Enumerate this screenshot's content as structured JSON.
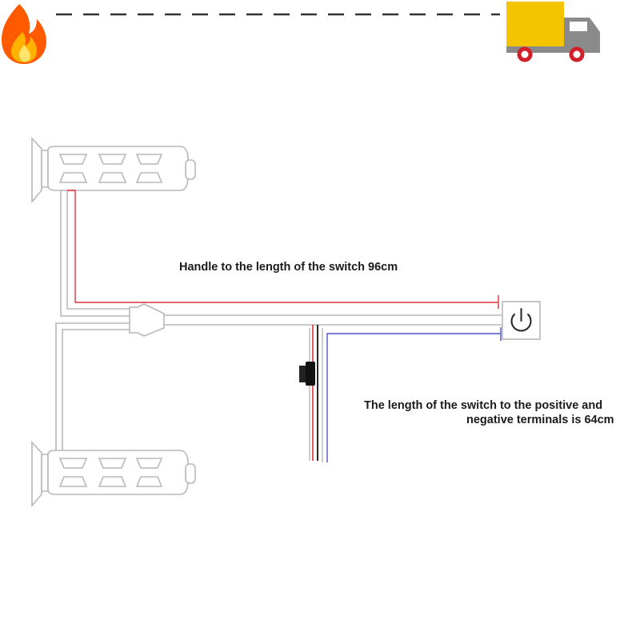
{
  "header": {
    "flame_icon": "flame-icon",
    "truck_icon": "delivery-truck-icon",
    "colors": {
      "dash": "#333333",
      "truck_body": "#f5c400",
      "truck_cab": "#8a8a8a",
      "wheel": "#d0202a"
    }
  },
  "diagram": {
    "handle_label": "Handle to the length of the switch 96cm",
    "switch_label_line1": "The length of the switch to the positive and",
    "switch_label_line2": "negative terminals is 64cm",
    "switch_icon": "power-icon",
    "colors": {
      "red_wire": "#e0303a",
      "blue_wire": "#4a55c8",
      "black_wire": "#111111",
      "outline": "#b8b8b8"
    }
  }
}
